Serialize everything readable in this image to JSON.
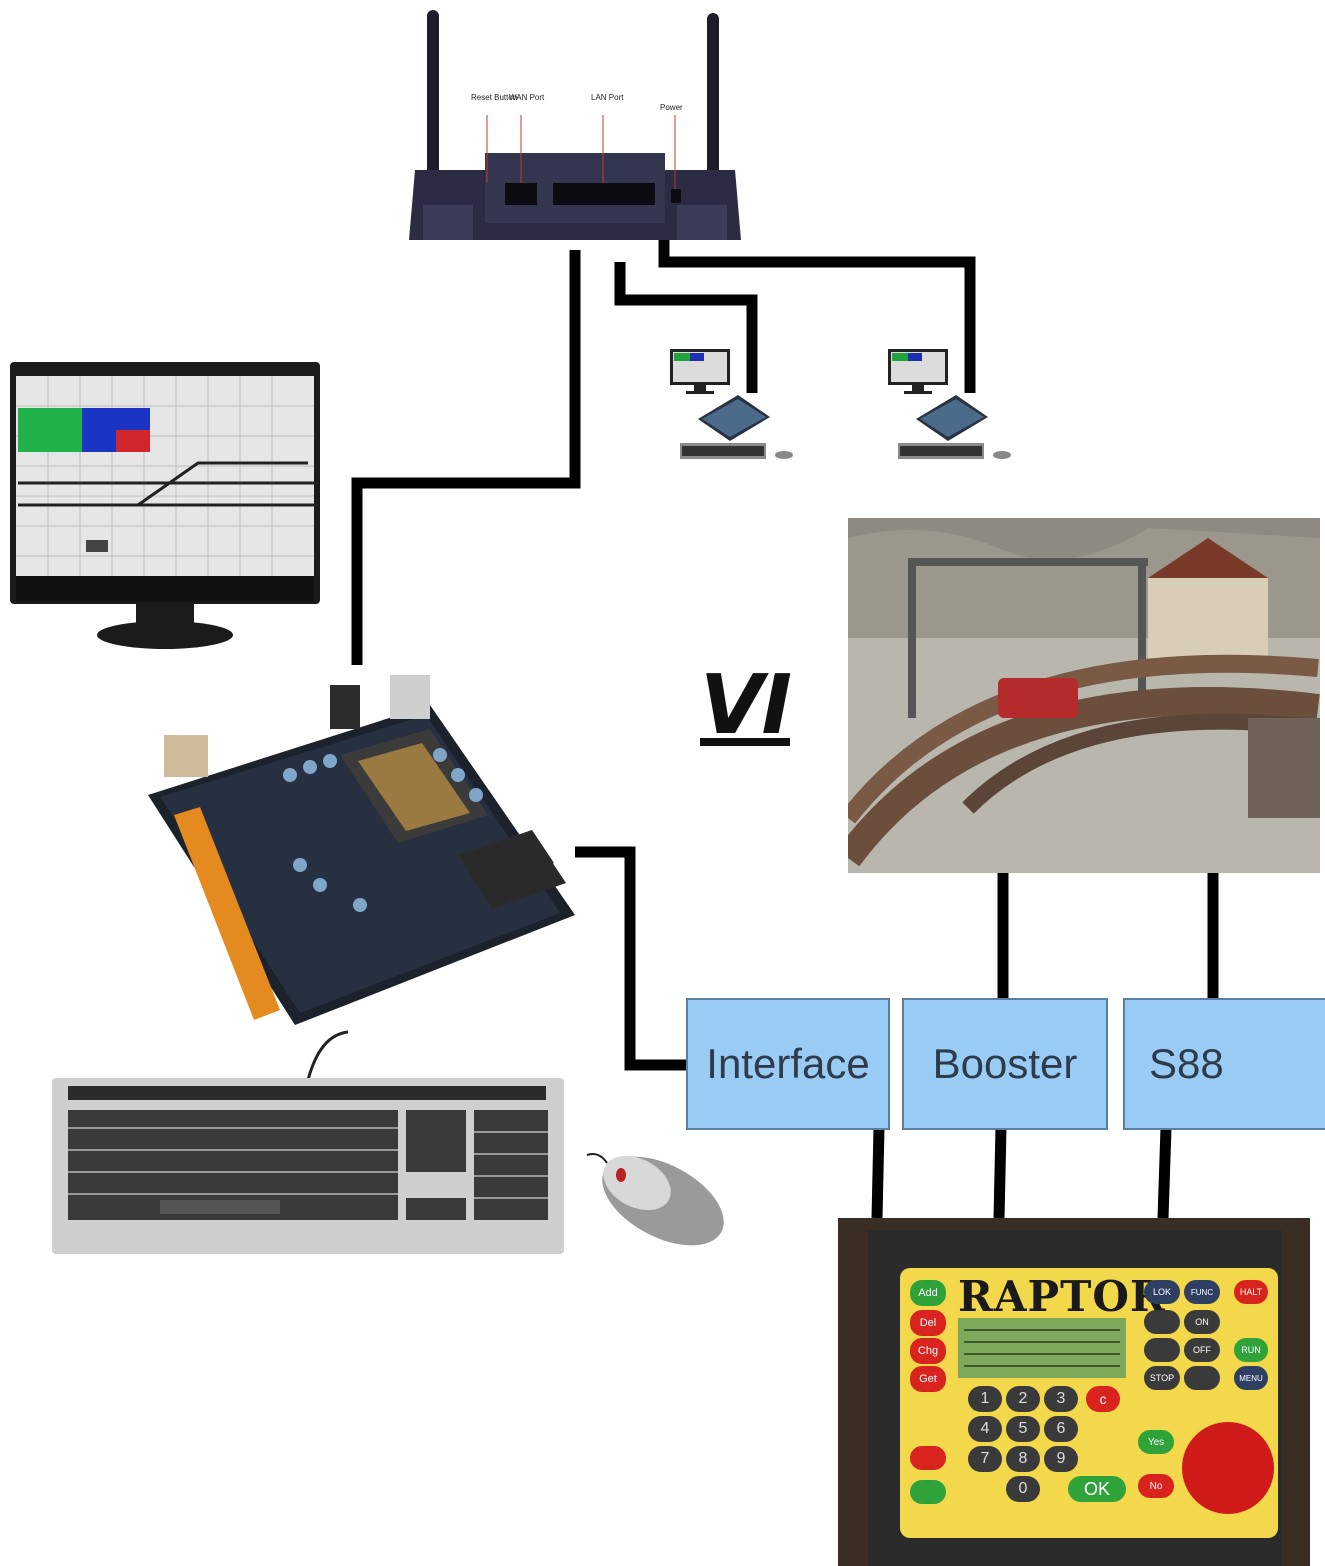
{
  "router": {
    "port_labels": [
      "Reset Button",
      "WAN Port",
      "LAN Port",
      "Power"
    ]
  },
  "label_vi": "VI",
  "modules": [
    {
      "label": "Interface"
    },
    {
      "label": "Booster"
    },
    {
      "label": "S88"
    }
  ],
  "controller": {
    "brand": "RAPTOR",
    "keys_left": [
      "Add",
      "Del",
      "Chg",
      "Get"
    ],
    "keys_right": [
      "LOK",
      "FUNC",
      "ON",
      "OFF",
      "STOP"
    ],
    "keys_side": [
      "HALT",
      "RUN",
      "MENU"
    ],
    "keypad": [
      "1",
      "2",
      "3",
      "4",
      "5",
      "6",
      "7",
      "8",
      "9",
      "0"
    ],
    "ok_label": "OK",
    "yes_label": "Yes",
    "no_label": "No"
  },
  "colors": {
    "wire": "#000000",
    "module_fill": "#99ccf5",
    "controller_face": "#f2d84a"
  }
}
